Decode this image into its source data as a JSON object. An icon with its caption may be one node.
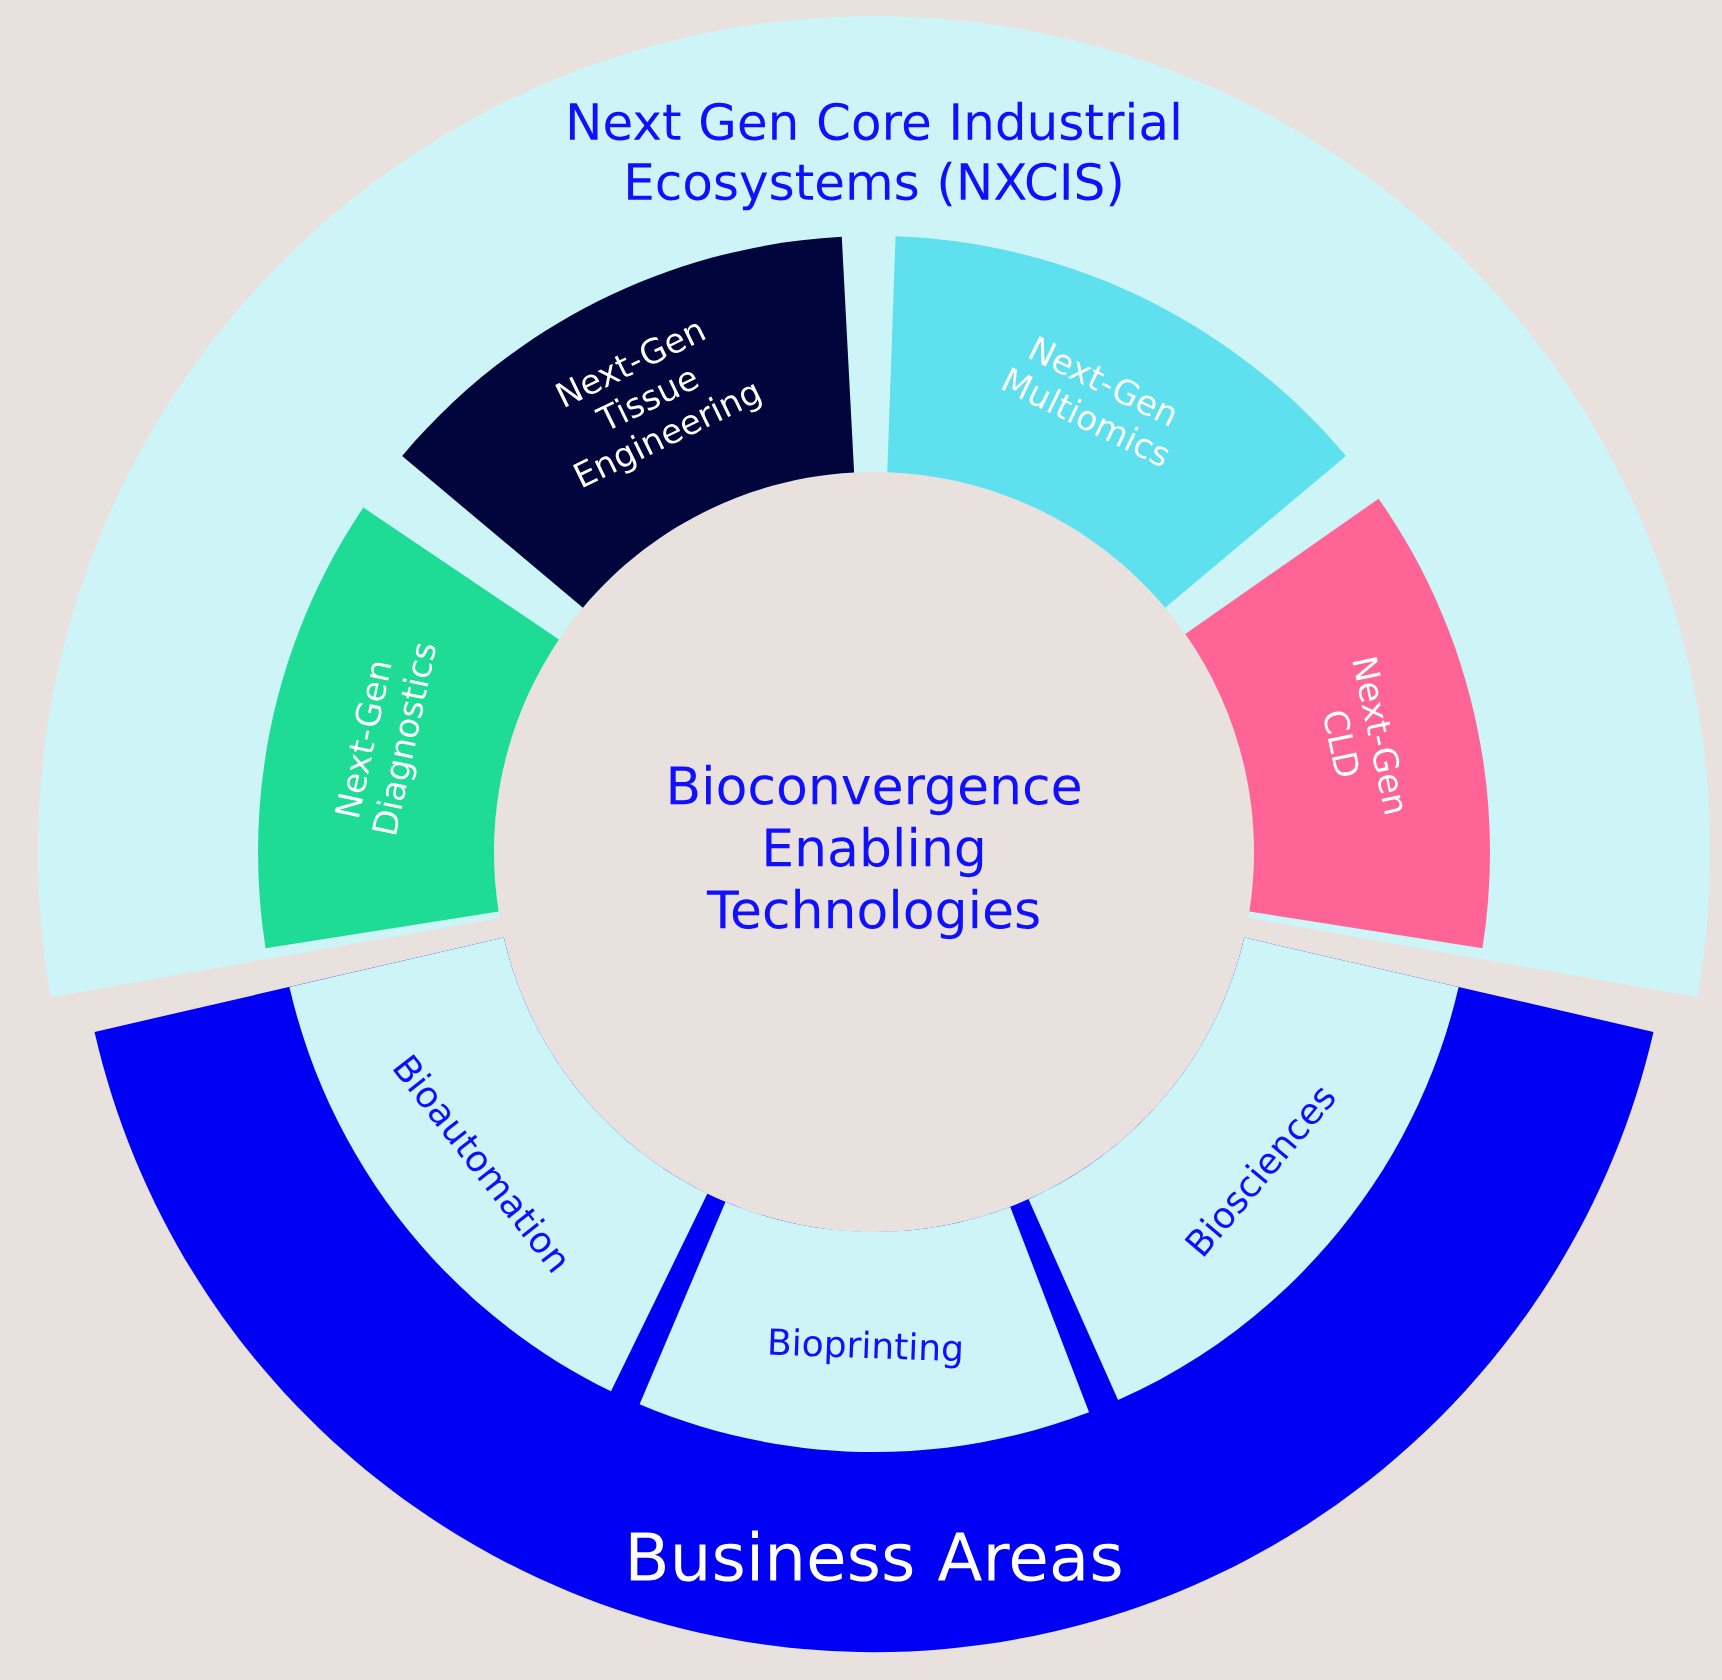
{
  "diagram": {
    "nodes": [
      {
        "text": [
          "Next Gen Core Industrial Ecosystems (NXCIS)"
        ]
      },
      {
        "text": [
          "Next-Gen Diagnostics"
        ],
        "in": 0
      },
      {
        "text": [
          "Next-Gen Tissue Engineering"
        ],
        "in": 0
      },
      {
        "text": [
          "Next-Gen Multiomics"
        ],
        "in": 0
      },
      {
        "text": [
          "Next-Gen CLD"
        ],
        "in": 0
      },
      {
        "text": [
          "Bioconvergence Enabling Technologies"
        ]
      },
      {
        "text": [
          "Bioautomation"
        ],
        "in": 9
      },
      {
        "text": [
          "Bioprinting"
        ],
        "in": 9
      },
      {
        "text": [
          "Biosciences"
        ],
        "in": 9
      },
      {
        "text": [
          "Business Areas"
        ]
      }
    ]
  }
}
